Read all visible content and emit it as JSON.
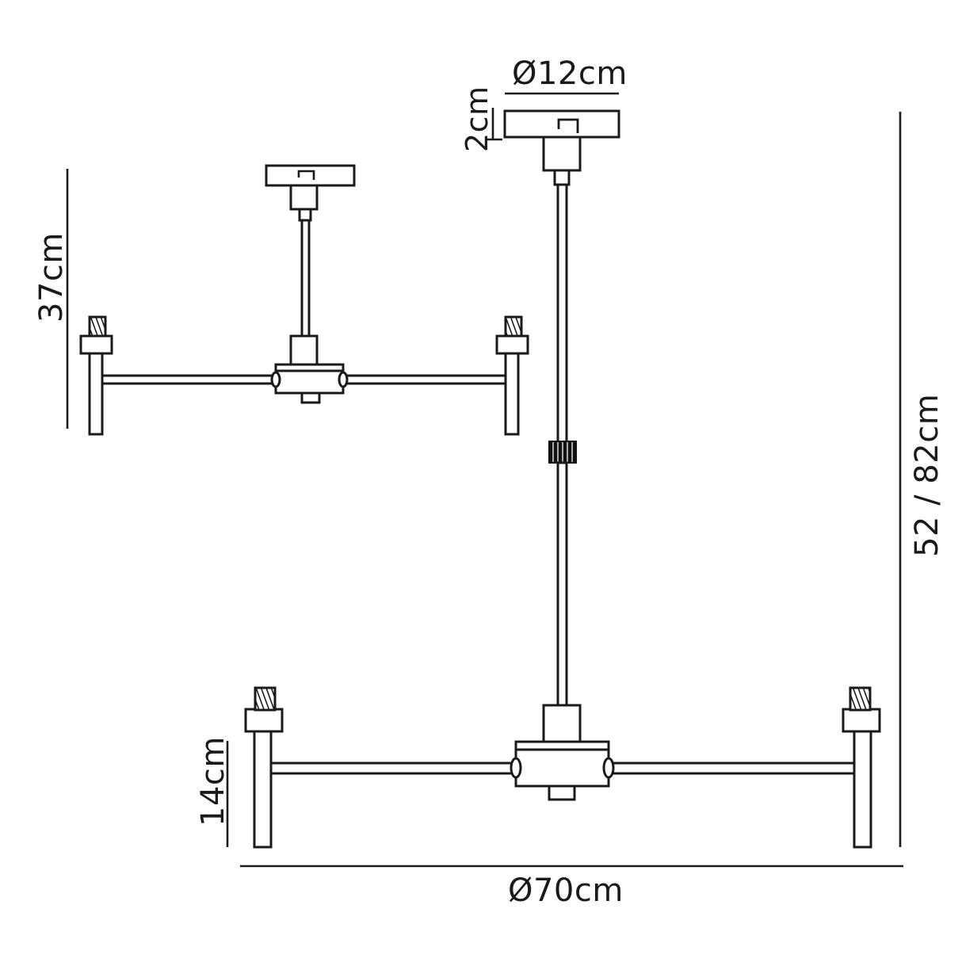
{
  "drawing": {
    "title": "Ceiling Pendant Light Technical Dimension Drawing",
    "line_color": "#1a1a1a",
    "fill_color": "#ffffff",
    "accent_color": "#000000",
    "background": "#ffffff",
    "description": "Two-view technical line drawing of an adjustable height ceiling-mounted pendant light fixture with four arms and lamp sockets"
  },
  "dimensions": {
    "canopy_diameter": {
      "label": "Ø12cm",
      "value": 12,
      "unit": "cm",
      "measures": "ceiling canopy plate diameter"
    },
    "canopy_height": {
      "label": "2cm",
      "value": 2,
      "unit": "cm",
      "measures": "ceiling canopy plate thickness"
    },
    "upper_arm_drop": {
      "label": "37cm",
      "value": 37,
      "unit": "cm",
      "measures": "upper fixture arm span drop height"
    },
    "total_height": {
      "label": "52 / 82cm",
      "value_min": 52,
      "value_max": 82,
      "unit": "cm",
      "measures": "overall adjustable height range"
    },
    "lower_arm_drop": {
      "label": "14cm",
      "value": 14,
      "unit": "cm",
      "measures": "lower fixture arm drop height"
    },
    "fixture_diameter": {
      "label": "Ø70cm",
      "value": 70,
      "unit": "cm",
      "measures": "overall fixture arm spread diameter"
    }
  },
  "components": {
    "ceiling_plate": "ceiling-canopy-plate",
    "keyhole_slot": "keyhole-mount-slot",
    "stem_collar": "stem-collar",
    "main_stem": "main-vertical-stem",
    "adjuster_knurl": "knurled-height-adjuster",
    "hub_body": "central-hub-body",
    "arm": "horizontal-arm",
    "drop_rod": "vertical-drop-rod",
    "socket_cup": "lamp-socket-cup",
    "bulb_thread": "threaded-bulb-base"
  }
}
